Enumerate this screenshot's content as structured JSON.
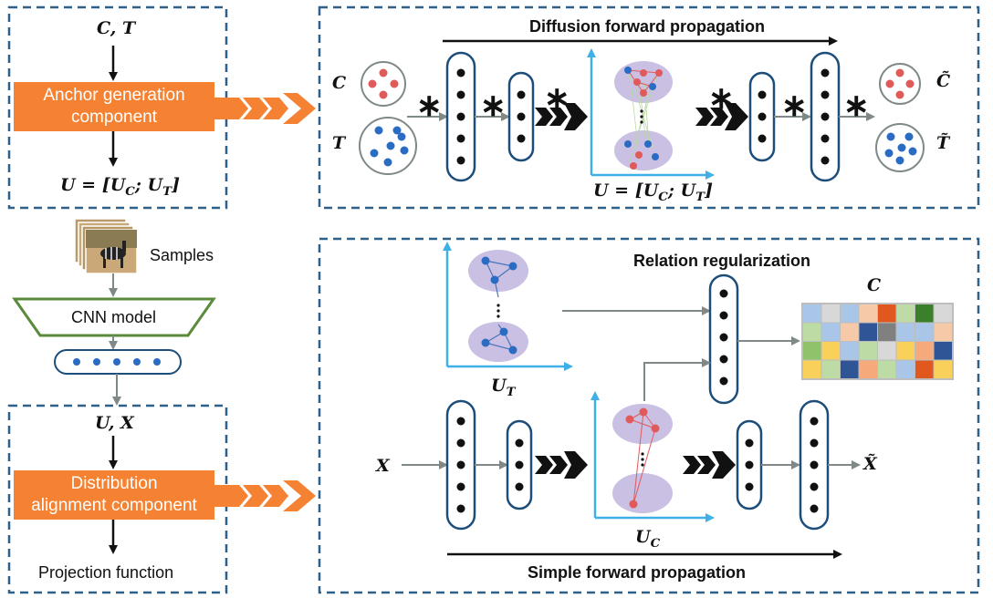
{
  "left_top": {
    "input_label_main": "C, T",
    "component_line1": "Anchor generation",
    "component_line2": "component",
    "output_label": "U = [U",
    "output_sub1": "C",
    "output_mid": "; U",
    "output_sub2": "T",
    "output_end": "]"
  },
  "left_middle": {
    "samples_label": "Samples",
    "cnn_label": "CNN model"
  },
  "left_bottom": {
    "input_label": "U, X",
    "component_line1": "Distribution",
    "component_line2": "alignment component",
    "output_label": "Projection function"
  },
  "top_right": {
    "title": "Diffusion forward propagation",
    "label_c": "C",
    "label_t": "T",
    "label_c_out": "C̃",
    "label_t_out": "T̃",
    "embedding_label": "U = [U",
    "embedding_sub1": "C",
    "embedding_mid": "; U",
    "embedding_sub2": "T",
    "embedding_end": "]",
    "operator": "∗"
  },
  "bottom_right": {
    "relation_title": "Relation regularization",
    "label_c": "C",
    "label_ut": "U",
    "label_ut_sub": "T",
    "label_x": "X",
    "label_x_out": "X̃",
    "label_uc": "U",
    "label_uc_sub": "C",
    "title": "Simple forward propagation"
  },
  "colors": {
    "dashed_border": "#2e6189",
    "component_fill": "#f58232",
    "cnn_outline": "#5a8a3a",
    "axis": "#3fb0e6",
    "cluster_fill": "#c9c0e3",
    "red_node": "#e05a5a",
    "blue_node": "#2a6bc4",
    "column_border": "#1d4e7a"
  },
  "matrix_colors": [
    [
      "#a9c6e8",
      "#d8d8d8",
      "#a9c6e8",
      "#f6c9a8",
      "#e0581e",
      "#bcdba5",
      "#3a7f2a",
      "#d8d8d8"
    ],
    [
      "#bcdba5",
      "#a9c6e8",
      "#f6c9a8",
      "#2f5597",
      "#808080",
      "#a9c6e8",
      "#a9c6e8",
      "#f6c9a8"
    ],
    [
      "#8fc26a",
      "#f8d05a",
      "#a9c6e8",
      "#bcdba5",
      "#d8d8d8",
      "#f8d05a",
      "#f6a97a",
      "#2f5597"
    ],
    [
      "#f8d05a",
      "#bcdba5",
      "#2f5597",
      "#f6a97a",
      "#bcdba5",
      "#a9c6e8",
      "#e0581e",
      "#f8d05a"
    ]
  ]
}
